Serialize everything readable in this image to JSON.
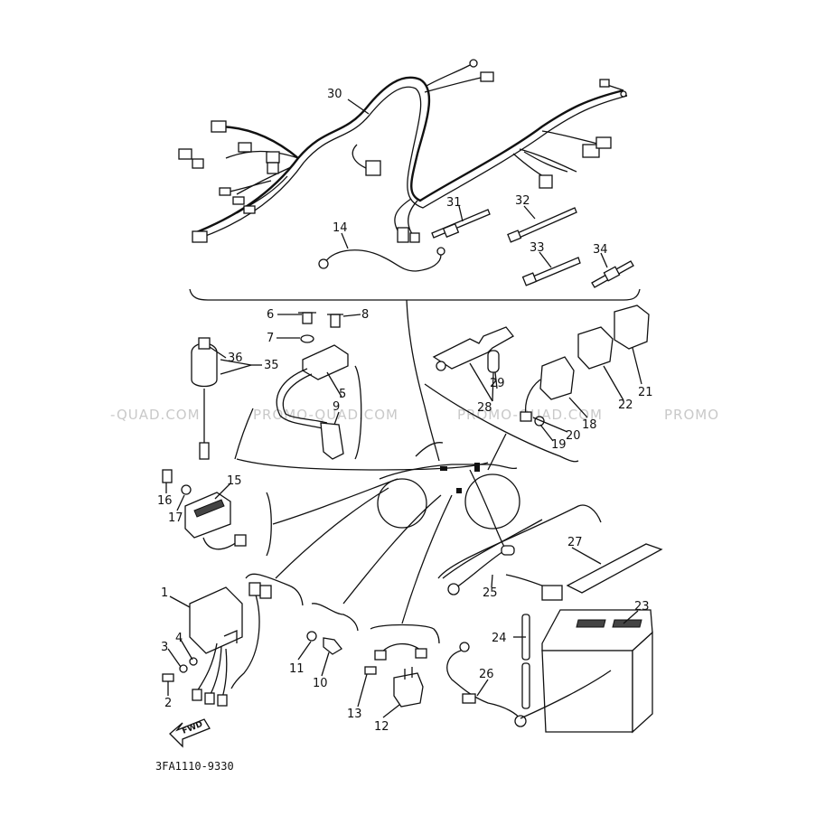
{
  "watermark": {
    "segments": [
      "-QUAD.COM",
      "PROMO-QUAD.COM",
      "PROMO-QUAD.COM",
      "PROMO"
    ]
  },
  "diagram_code": "3FA1110-9330",
  "fwd_label": "FWD",
  "callouts": {
    "c1": "1",
    "c2": "2",
    "c3": "3",
    "c4": "4",
    "c5": "5",
    "c6": "6",
    "c7": "7",
    "c8": "8",
    "c9": "9",
    "c10": "10",
    "c11": "11",
    "c12": "12",
    "c13": "13",
    "c14": "14",
    "c15": "15",
    "c16": "16",
    "c17": "17",
    "c18": "18",
    "c19": "19",
    "c20": "20",
    "c21": "21",
    "c22": "22",
    "c23": "23",
    "c24": "24",
    "c25": "25",
    "c26": "26",
    "c27": "27",
    "c28": "28",
    "c29": "29",
    "c30": "30",
    "c31": "31",
    "c32": "32",
    "c33": "33",
    "c34": "34",
    "c35": "35",
    "c36": "36"
  }
}
